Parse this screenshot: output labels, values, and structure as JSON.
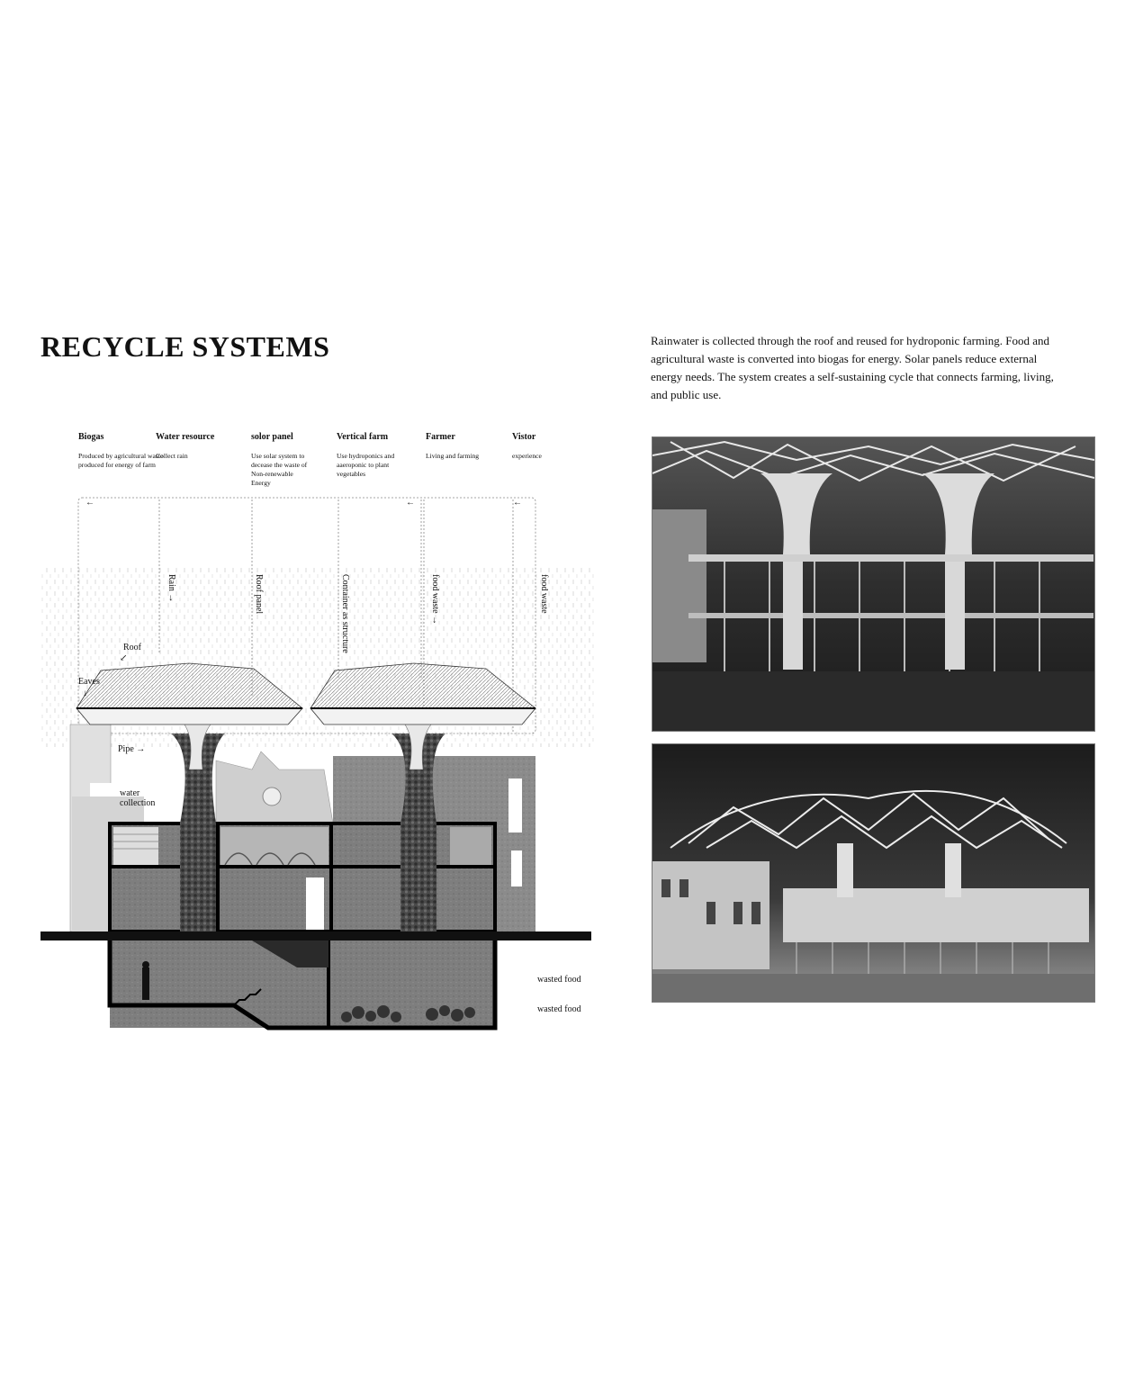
{
  "title": "RECYCLE SYSTEMS",
  "intro": "Rainwater is collected through the roof and reused for hydroponic farming. Food and agricultural waste is converted into biogas for energy. Solar panels reduce external energy needs. The system creates a self-sustaining cycle that connects farming, living, and public use.",
  "columns": [
    {
      "heading": "Biogas",
      "desc": "Produced by agricultural waste produced for energy of farm"
    },
    {
      "heading": "Water resource",
      "desc": "Collect rain"
    },
    {
      "heading": "solor panel",
      "desc": "Use solar system to decease the waste of Non-renewable Energy"
    },
    {
      "heading": "Vertical farm",
      "desc": "Use hydroponics and aaeroponic to plant vegetables"
    },
    {
      "heading": "Farmer",
      "desc": "Living and farming"
    },
    {
      "heading": "Vistor",
      "desc": "experience"
    }
  ],
  "flow_labels": {
    "rain": "Rain →",
    "roof_panel": "Roof panel",
    "container": "Container as structure",
    "food_waste_1": "food waste →",
    "food_waste_2": "food waste"
  },
  "section_labels": {
    "roof": "Roof",
    "eaves": "Eaves",
    "pipe": "Pipe →",
    "water_collection": "water\ncollection",
    "wasted_food_1": "wasted food",
    "wasted_food_2": "wasted food"
  },
  "arrows": {
    "left": "←",
    "down": "↓",
    "diag": "↙"
  }
}
